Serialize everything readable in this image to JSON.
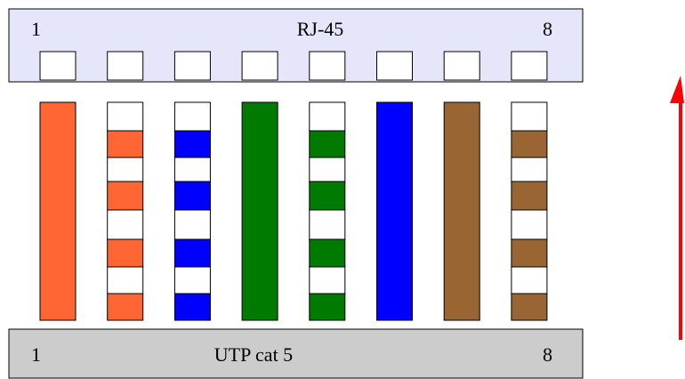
{
  "connector": {
    "label": "RJ-45",
    "left_pin": "1",
    "right_pin": "8",
    "fill": "#e6e6fa"
  },
  "cable": {
    "label": "UTP cat 5",
    "left_pin": "1",
    "right_pin": "8",
    "fill": "#cccccc"
  },
  "wires": [
    {
      "pin": 1,
      "color": "orange",
      "hex": "#ff6633",
      "striped": false
    },
    {
      "pin": 2,
      "color": "white-orange",
      "hex": "#ff6633",
      "striped": true
    },
    {
      "pin": 3,
      "color": "white-blue",
      "hex": "#0000ff",
      "striped": true
    },
    {
      "pin": 4,
      "color": "green",
      "hex": "#007a00",
      "striped": false
    },
    {
      "pin": 5,
      "color": "white-green",
      "hex": "#007a00",
      "striped": true
    },
    {
      "pin": 6,
      "color": "blue",
      "hex": "#0000ff",
      "striped": false
    },
    {
      "pin": 7,
      "color": "brown",
      "hex": "#996633",
      "striped": false
    },
    {
      "pin": 8,
      "color": "white-brown",
      "hex": "#996633",
      "striped": true
    }
  ],
  "arrow": {
    "color": "#ff0000",
    "direction": "up"
  }
}
